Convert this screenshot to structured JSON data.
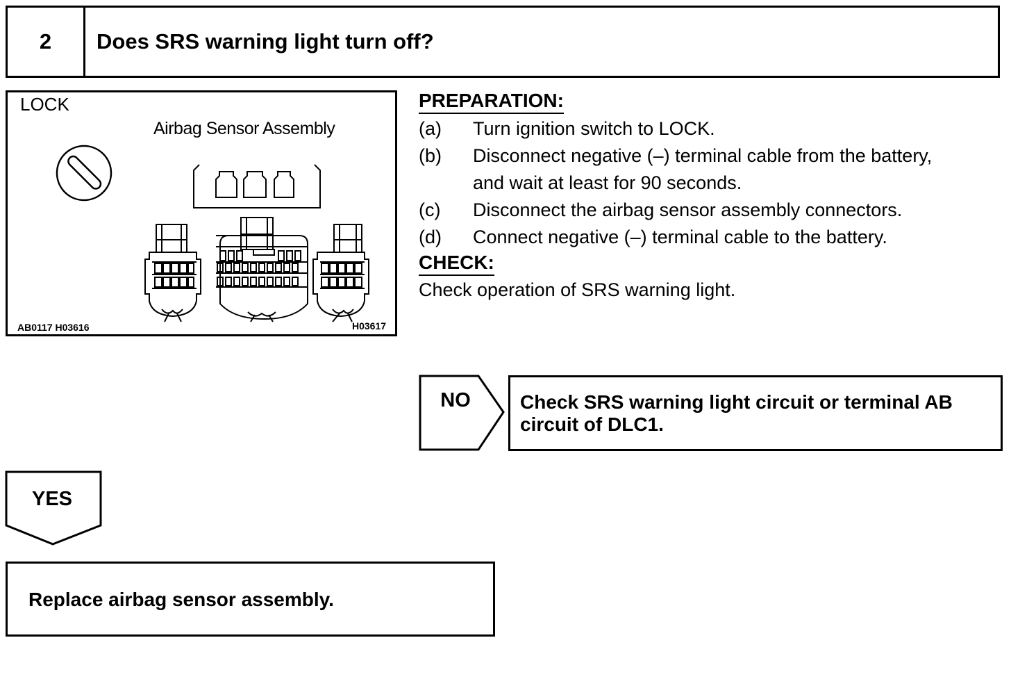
{
  "step": {
    "number": "2",
    "title": "Does SRS warning light turn off?"
  },
  "figure": {
    "lock_label": "LOCK",
    "assembly_label": "Airbag Sensor Assembly",
    "code_left": "AB0117  H03616",
    "code_right": "H03617",
    "icons": [
      "ignition-lock-icon",
      "connector-socket-icon",
      "wiring-connector-icon"
    ]
  },
  "preparation": {
    "heading": "PREPARATION:",
    "steps": [
      {
        "label": "(a)",
        "lines": [
          "Turn ignition switch to LOCK."
        ]
      },
      {
        "label": "(b)",
        "lines": [
          "Disconnect negative (–) terminal cable from the battery,",
          "and wait at least for 90 seconds."
        ]
      },
      {
        "label": "(c)",
        "lines": [
          "Disconnect the airbag sensor assembly connectors."
        ]
      },
      {
        "label": "(d)",
        "lines": [
          "Connect negative (–) terminal cable to the battery."
        ]
      }
    ]
  },
  "check": {
    "heading": "CHECK:",
    "text": "Check operation of SRS warning light."
  },
  "no_branch": {
    "label": "NO",
    "result_line1": "Check SRS warning light circuit or terminal AB",
    "result_line2": "circuit of DLC1."
  },
  "yes_branch": {
    "label": "YES",
    "result": "Replace airbag sensor assembly."
  }
}
